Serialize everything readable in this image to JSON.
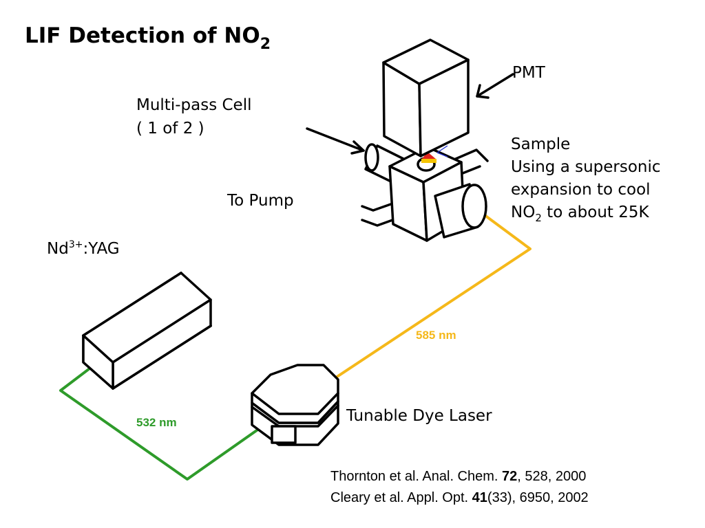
{
  "title": {
    "main": "LIF Detection of NO",
    "subscript": "2"
  },
  "labels": {
    "pmt": "PMT",
    "cell_line1": "Multi-pass Cell",
    "cell_line2": "( 1 of 2 )",
    "sample_line1": "Sample",
    "sample_line2": "Using a supersonic",
    "sample_line3": "expansion to cool",
    "sample_line4_pre": "NO",
    "sample_line4_sub": "2",
    "sample_line4_post": " to about 25K",
    "pump": "To Pump",
    "yag_pre": "Nd",
    "yag_sup": "3+",
    "yag_post": ":YAG",
    "dye_laser": "Tunable Dye Laser"
  },
  "beams": {
    "green": {
      "label": "532 nm",
      "color": "#2e9b2a"
    },
    "yellow": {
      "label": "585 nm",
      "color": "#f5b81a"
    }
  },
  "colors": {
    "sample_red": "#e0241c",
    "sample_yellow": "#f5c400",
    "arrow_blue": "#2233cc"
  },
  "references": [
    {
      "pre": "Thornton et al. Anal. Chem. ",
      "vol": "72",
      "post": ", 528, 2000"
    },
    {
      "pre": "Cleary et al. Appl. Opt. ",
      "vol": "41",
      "post": "(33), 6950, 2002"
    }
  ]
}
